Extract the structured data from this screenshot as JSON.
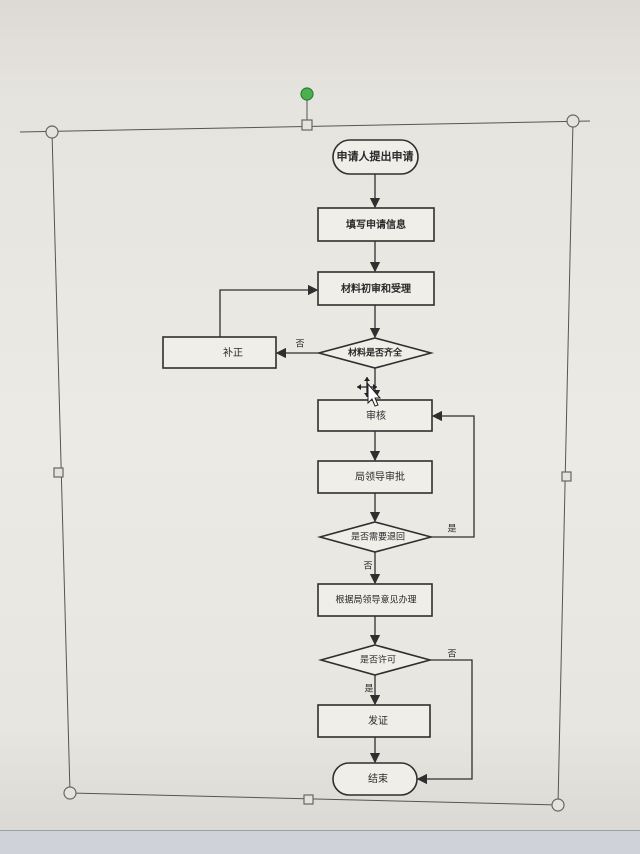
{
  "flowchart": {
    "nodes": {
      "start": "申请人提出申请",
      "fill_info": "填写申请信息",
      "material_review": "材料初审和受理",
      "complete_check": "材料是否齐全",
      "supplement": "补正",
      "review": "审核",
      "bureau_review": "局领导审批",
      "return_check": "是否需要退回",
      "handling_opinion": "根据局领导意见办理",
      "permit_check": "是否许可",
      "issue": "发证",
      "end": "结束"
    },
    "edge_labels": {
      "no_supplement": "否",
      "yes_return": "是",
      "no_return": "否",
      "yes_permit": "是",
      "no_permit": "否"
    }
  },
  "colors": {
    "selection_handle": "#4caf50",
    "background": "#eceae5"
  }
}
